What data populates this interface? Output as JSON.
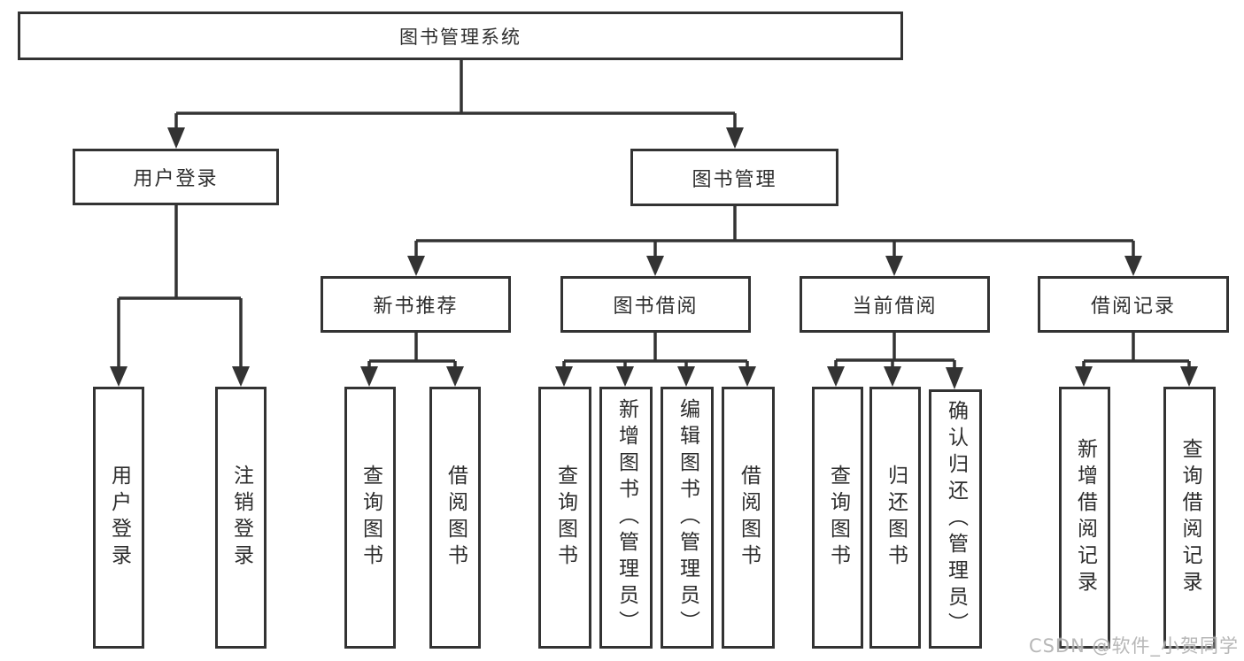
{
  "tree": {
    "root": {
      "label": "图书管理系统"
    },
    "user_login": {
      "label": "用户登录",
      "children": [
        {
          "label": "用户登录"
        },
        {
          "label": "注销登录"
        }
      ]
    },
    "book_mgmt": {
      "label": "图书管理",
      "children": [
        {
          "label": "新书推荐",
          "children": [
            {
              "label": "查询图书"
            },
            {
              "label": "借阅图书"
            }
          ]
        },
        {
          "label": "图书借阅",
          "children": [
            {
              "label": "查询图书"
            },
            {
              "label": "新增图书（管理员）"
            },
            {
              "label": "编辑图书（管理员）"
            },
            {
              "label": "借阅图书"
            }
          ]
        },
        {
          "label": "当前借阅",
          "children": [
            {
              "label": "查询图书"
            },
            {
              "label": "归还图书"
            },
            {
              "label": "确认归还（管理员）"
            }
          ]
        },
        {
          "label": "借阅记录",
          "children": [
            {
              "label": "新增借阅记录"
            },
            {
              "label": "查询借阅记录"
            }
          ]
        }
      ]
    }
  },
  "line_color": "#333333",
  "watermark": {
    "text": "CSDN @软件_小贺同学"
  }
}
